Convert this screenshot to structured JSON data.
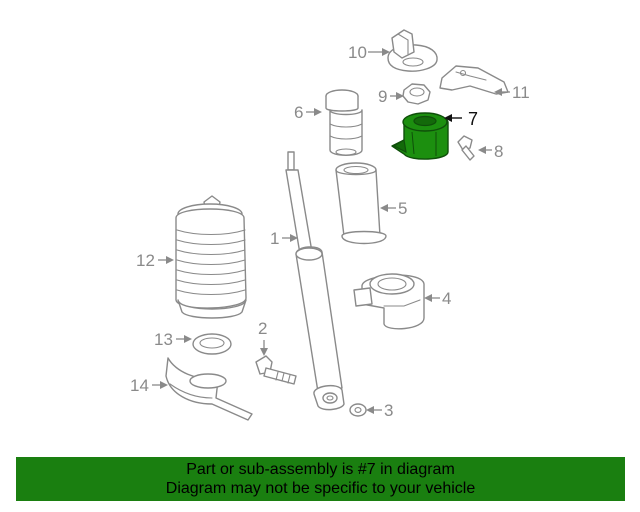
{
  "callouts": {
    "c1": "1",
    "c2": "2",
    "c3": "3",
    "c4": "4",
    "c5": "5",
    "c6": "6",
    "c7": "7",
    "c8": "8",
    "c9": "9",
    "c10": "10",
    "c11": "11",
    "c12": "12",
    "c13": "13",
    "c14": "14"
  },
  "highlight": {
    "part": "7",
    "color": "#1c8f0f"
  },
  "banner": {
    "line1": "Part or sub-assembly is #7 in diagram",
    "line2": "Diagram may not be specific to your vehicle",
    "background": "#1a7f10"
  }
}
